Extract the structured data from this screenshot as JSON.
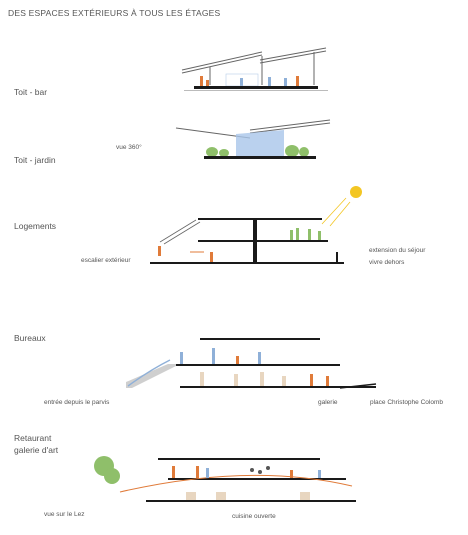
{
  "title": "DES ESPACES EXTÉRIEURS À TOUS LES ÉTAGES",
  "sections": {
    "roof_bar": {
      "label": "Toit - bar"
    },
    "roof_garden": {
      "label": "Toit - jardin",
      "annotation": "vue 360°"
    },
    "housing": {
      "label": "Logements",
      "annotations": {
        "stair": "escalier extérieur",
        "extension": "extension du séjour",
        "outdoor": "vivre dehors"
      }
    },
    "offices": {
      "label": "Bureaux",
      "annotations": {
        "entrance": "entrée depuis le parvis",
        "gallery": "galerie",
        "place": "place Christophe Colomb"
      }
    },
    "restaurant": {
      "label_line1": "Retaurant",
      "label_line2": "galerie d'art",
      "annotations": {
        "view": "vue sur le Lez",
        "kitchen": "cuisine ouverte"
      }
    }
  },
  "colors": {
    "structure": "#1a1a1a",
    "accent_orange": "#e07b3a",
    "plant_green": "#8fbf6a",
    "people_blue": "#8fb0d8",
    "glass_blue": "#a9c6ea",
    "sun_yellow": "#f3c623",
    "ground_grey": "#cfcfcf"
  }
}
